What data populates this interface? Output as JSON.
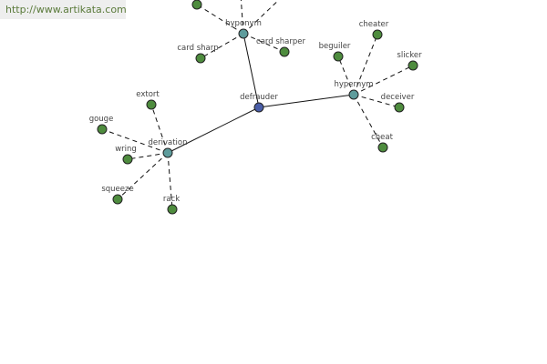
{
  "site_url": "http://www.artikata.com",
  "colors": {
    "root": "#4a5ea8",
    "relation": "#5e9c9c",
    "leaf": "#4e8c3e",
    "edge": "#111111",
    "banner_bg": "#eeeeee",
    "banner_text": "#5a7a3a"
  },
  "graph": {
    "root": {
      "id": "root",
      "label": "defrauder"
    },
    "relations": [
      {
        "id": "hyp1",
        "label": "hyponym"
      },
      {
        "id": "hyp2",
        "label": "hypernym"
      },
      {
        "id": "der",
        "label": "derivation"
      }
    ],
    "leaves": [
      {
        "id": "l1",
        "parent": "hyp1",
        "label": ""
      },
      {
        "id": "l2",
        "parent": "hyp1",
        "label": "card sharp"
      },
      {
        "id": "l3",
        "parent": "hyp1",
        "label": "card sharper"
      },
      {
        "id": "l4",
        "parent": "hyp2",
        "label": "beguiler"
      },
      {
        "id": "l5",
        "parent": "hyp2",
        "label": "cheater"
      },
      {
        "id": "l6",
        "parent": "hyp2",
        "label": "slicker"
      },
      {
        "id": "l7",
        "parent": "hyp2",
        "label": "deceiver"
      },
      {
        "id": "l8",
        "parent": "hyp2",
        "label": "cheat"
      },
      {
        "id": "l9",
        "parent": "der",
        "label": "extort"
      },
      {
        "id": "l10",
        "parent": "der",
        "label": "gouge"
      },
      {
        "id": "l11",
        "parent": "der",
        "label": "wring"
      },
      {
        "id": "l12",
        "parent": "der",
        "label": "squeeze"
      },
      {
        "id": "l13",
        "parent": "der",
        "label": "rack"
      }
    ]
  }
}
